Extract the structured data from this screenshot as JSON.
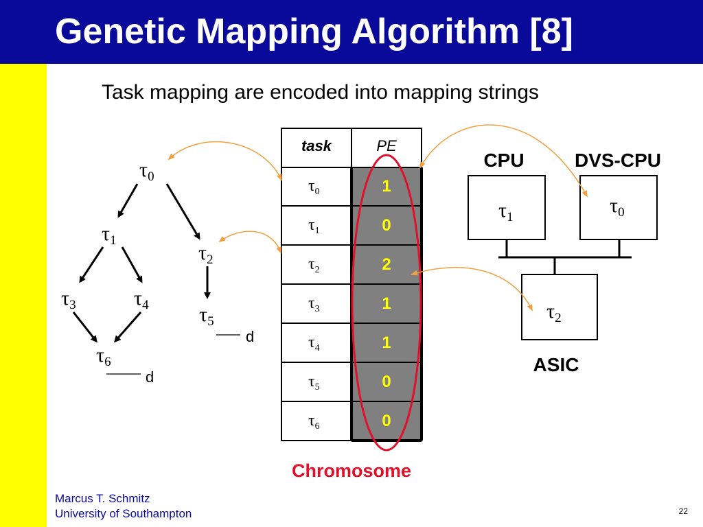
{
  "slide": {
    "title": "Genetic Mapping Algorithm [8]",
    "subtitle": "Task mapping are encoded into mapping strings",
    "footer_author": "Marcus T. Schmitz",
    "footer_affiliation": "University of Southampton",
    "page_number": "22"
  },
  "colors": {
    "title_bar": "#0a0a9a",
    "side_bar": "#ffff00",
    "pe_cell": "#808080",
    "pe_text": "#ffff00",
    "chromosome": "#e0102a",
    "arrow": "#f0a040"
  },
  "graph": {
    "tau_symbol": "τ",
    "nodes": [
      "0",
      "1",
      "2",
      "3",
      "4",
      "5",
      "6"
    ],
    "deadline_label": "d"
  },
  "table": {
    "col_task": "task",
    "col_pe": "PE",
    "rows": [
      {
        "task": "0",
        "pe": "1"
      },
      {
        "task": "1",
        "pe": "0"
      },
      {
        "task": "2",
        "pe": "2"
      },
      {
        "task": "3",
        "pe": "1"
      },
      {
        "task": "4",
        "pe": "1"
      },
      {
        "task": "5",
        "pe": "0"
      },
      {
        "task": "6",
        "pe": "0"
      }
    ],
    "chromosome_label": "Chromosome"
  },
  "architecture": {
    "cpu_label": "CPU",
    "dvs_label": "DVS-CPU",
    "asic_label": "ASIC",
    "cpu_task": "1",
    "dvs_task": "0",
    "asic_task": "2"
  }
}
